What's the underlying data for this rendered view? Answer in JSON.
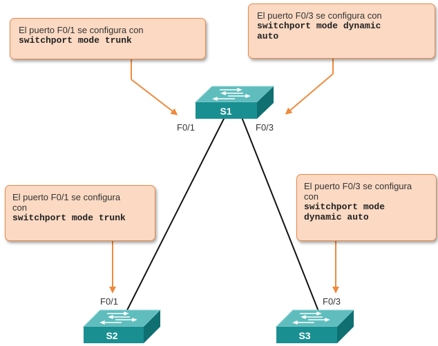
{
  "colors": {
    "callout_fill": "#fbd9c3",
    "callout_border": "#e8894a",
    "arrow": "#ee8a3c",
    "switch_top": "#5fbdbd",
    "switch_front": "#1a8f91",
    "link": "#111111"
  },
  "switches": [
    {
      "id": "s1",
      "label": "S1",
      "icon": "switch-icon"
    },
    {
      "id": "s2",
      "label": "S2",
      "icon": "switch-icon"
    },
    {
      "id": "s3",
      "label": "S3",
      "icon": "switch-icon"
    }
  ],
  "ports": {
    "s1_f01": "F0/1",
    "s1_f03": "F0/3",
    "s2_f01": "F0/1",
    "s3_f03": "F0/3"
  },
  "callouts": {
    "s1_f01": {
      "text": "El puerto F0/1 se configura con",
      "command": "switchport mode trunk"
    },
    "s1_f03": {
      "text": "El puerto F0/3 se configura con",
      "command_line1": "switchport mode dynamic",
      "command_line2": "auto"
    },
    "s2_f01": {
      "text_line1": "El puerto F0/1 se configura",
      "text_line2": "con",
      "command": "switchport mode trunk"
    },
    "s3_f03": {
      "text_line1": "El puerto F0/3 se configura",
      "text_line2": "con",
      "command_line1": "switchport mode",
      "command_line2": "dynamic auto"
    }
  }
}
